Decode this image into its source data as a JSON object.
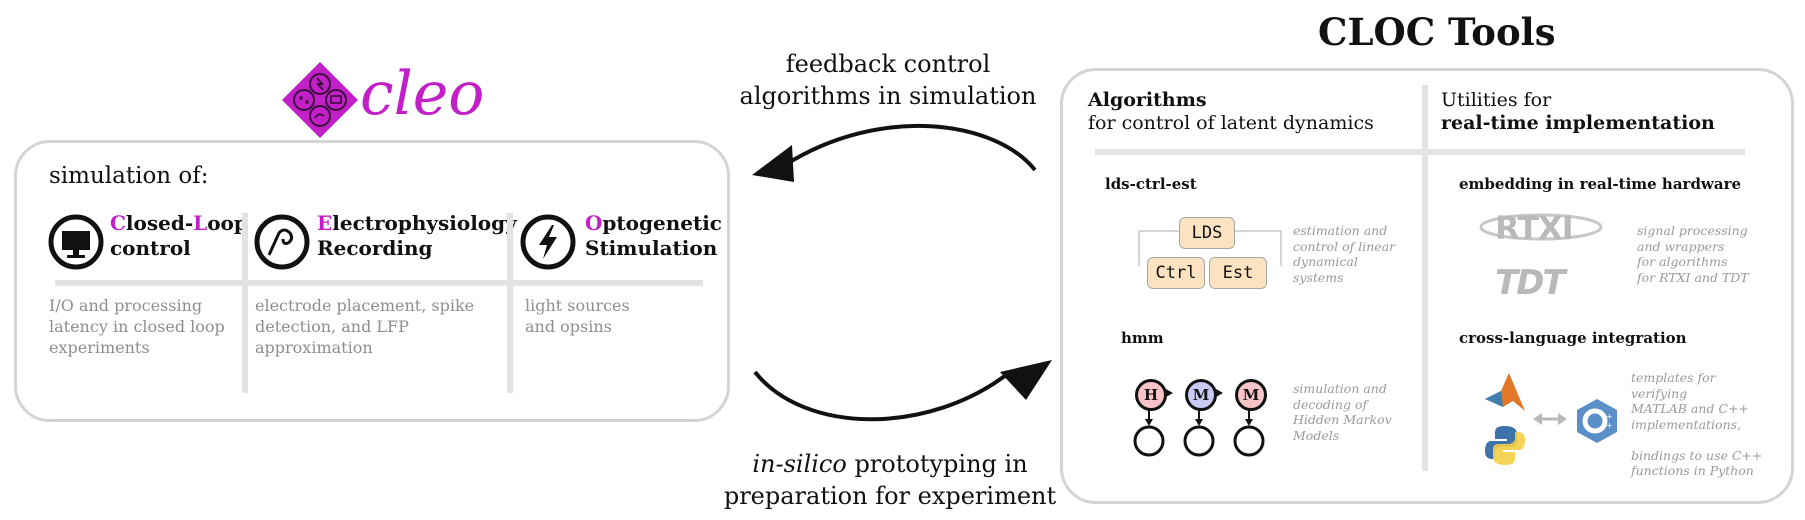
{
  "title": "CLOC Tools",
  "cleo": {
    "logo_text": "cleo",
    "subtitle": "simulation of:",
    "columns": [
      {
        "icon": "monitor-icon",
        "initial1": "C",
        "rest1": "losed-",
        "initial2": "L",
        "rest2": "oop",
        "line2": "control",
        "desc": [
          "I/O and processing",
          "latency in closed loop",
          "experiments"
        ]
      },
      {
        "icon": "electrode-icon",
        "initial1": "E",
        "rest1": "lectrophysiology",
        "line2": "Recording",
        "desc": [
          "electrode placement, spike",
          "detection, and LFP",
          "approximation"
        ]
      },
      {
        "icon": "lightning-icon",
        "initial1": "O",
        "rest1": "ptogenetic",
        "line2": "Stimulation",
        "desc": [
          "light sources",
          "and opsins"
        ]
      }
    ]
  },
  "arrows": {
    "top": [
      "feedback control",
      "algorithms in simulation"
    ],
    "bottom_italic": "in-silico",
    "bottom_rest": " prototyping in",
    "bottom_line2": "preparation for experiment"
  },
  "cloc": {
    "left_header_bold": "Algorithms",
    "left_header_rest": "for control of latent dynamics",
    "right_header_line1": "Utilities for",
    "right_header_bold": "real-time implementation",
    "lds": {
      "title": "lds-ctrl-est",
      "nodes": [
        "LDS",
        "Ctrl",
        "Est"
      ],
      "desc": [
        "estimation and",
        "control of linear",
        "dynamical",
        "systems"
      ]
    },
    "hmm": {
      "title": "hmm",
      "nodes": [
        "H",
        "M",
        "M"
      ],
      "desc": [
        "simulation and",
        "decoding of",
        "Hidden Markov",
        "Models"
      ]
    },
    "embedding": {
      "title": "embedding in real-time hardware",
      "logos": [
        "RTXI",
        "TDT"
      ],
      "desc": [
        "signal processing",
        "and wrappers",
        "for algorithms",
        "for RTXI and TDT"
      ]
    },
    "crosslang": {
      "title": "cross-language integration",
      "desc": [
        "templates for",
        "verifying",
        "MATLAB and C++",
        "implementations,",
        "",
        "bindings to use C++",
        "functions in Python"
      ]
    }
  },
  "colors": {
    "accent": "#c21fc9",
    "box_border": "#d4d4d4",
    "separator": "#e3e3e3",
    "node_tan": "#fbe3c2",
    "hmm_h": "#f7c3c6",
    "hmm_m": "#c9c9f3"
  }
}
